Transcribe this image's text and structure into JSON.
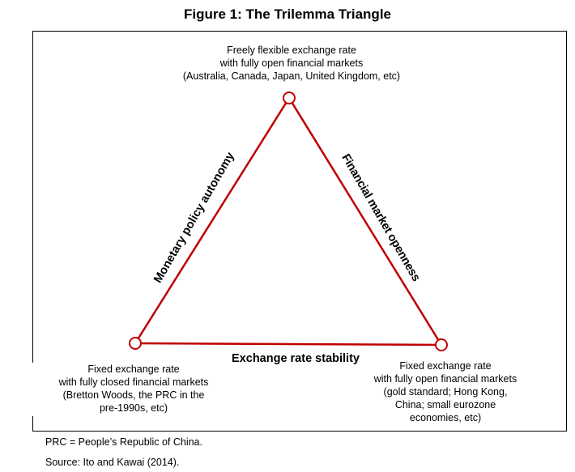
{
  "title": "Figure 1: The Trilemma Triangle",
  "colors": {
    "triangle_stroke": "#c00000",
    "vertex_fill": "#ffffff",
    "frame": "#000000"
  },
  "vertices": {
    "top": {
      "lines": [
        "Freely flexible exchange rate",
        "with fully open financial markets",
        "(Australia, Canada, Japan, United Kingdom, etc)"
      ]
    },
    "bottom_left": {
      "lines": [
        "Fixed exchange rate",
        "with fully closed financial markets",
        "(Bretton Woods, the PRC in the",
        "pre-1990s, etc)"
      ]
    },
    "bottom_right": {
      "lines": [
        "Fixed exchange rate",
        "with fully open financial markets",
        "(gold standard; Hong Kong,",
        "China; small eurozone",
        "economies, etc)"
      ]
    }
  },
  "sides": {
    "left": "Monetary policy autonomy",
    "right": "Financial market openness",
    "bottom": "Exchange rate stability"
  },
  "notes": {
    "abbreviation": "PRC = People’s Republic of China.",
    "source": "Source: Ito and Kawai (2014)."
  }
}
